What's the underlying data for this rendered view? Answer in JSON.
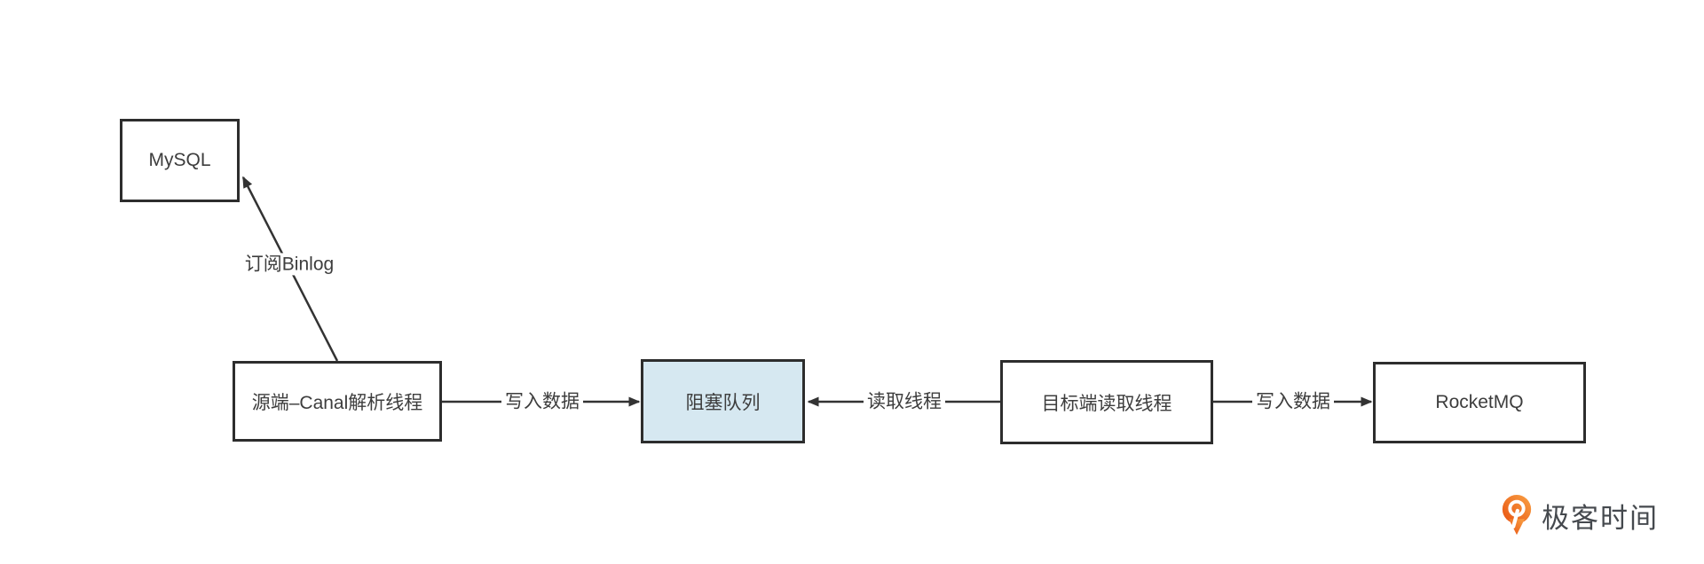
{
  "diagram": {
    "nodes": {
      "mysql": {
        "label": "MySQL"
      },
      "source_canal": {
        "label": "源端–Canal解析线程"
      },
      "blocking_queue": {
        "label": "阻塞队列"
      },
      "target_reader": {
        "label": "目标端读取线程"
      },
      "rocketmq": {
        "label": "RocketMQ"
      }
    },
    "edges": {
      "subscribe_binlog": {
        "label": "订阅Binlog",
        "from": "source_canal",
        "to": "mysql"
      },
      "write_data_left": {
        "label": "写入数据",
        "from": "source_canal",
        "to": "blocking_queue"
      },
      "read_thread": {
        "label": "读取线程",
        "from": "target_reader",
        "to": "blocking_queue"
      },
      "write_data_right": {
        "label": "写入数据",
        "from": "target_reader",
        "to": "rocketmq"
      }
    },
    "colors": {
      "line": "#333333",
      "node_border": "#2d2d2d",
      "node_text": "#3d3d3d",
      "queue_fill": "#d6e8f1"
    }
  },
  "branding": {
    "logo_text": "极客时间",
    "logo_text_color": "#45494e",
    "logo_orange_light": "#f9a245",
    "logo_orange_dark": "#e8500f"
  }
}
